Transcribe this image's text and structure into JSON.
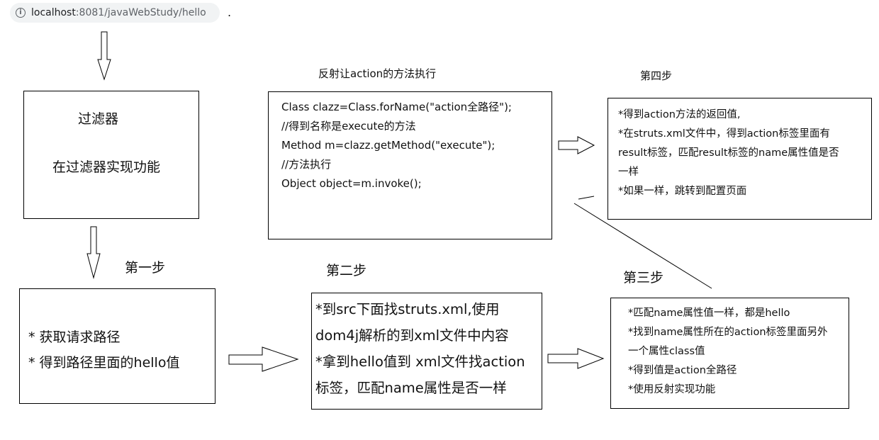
{
  "browser": {
    "url_host": "localhost",
    "url_path": ":8081/javaWebStudy/hello",
    "info_symbol": "i",
    "stray_dot": "."
  },
  "labels": {
    "reflect_caption": "反射让action的方法执行",
    "step4": "第四步",
    "step1": "第一步",
    "step2": "第二步",
    "step3": "第三步"
  },
  "filter_box": {
    "title": "过滤器",
    "desc": "在过滤器实现功能"
  },
  "reflect_box": {
    "lines": [
      "Class clazz=Class.forName(\"action全路径\");",
      "//得到名称是execute的方法",
      "Method m=clazz.getMethod(\"execute\");",
      "//方法执行",
      "Object object=m.invoke();"
    ]
  },
  "step4_box": {
    "lines": [
      "*得到action方法的返回值,",
      "*在struts.xml文件中，得到action标签里面有",
      "result标签，匹配result标签的name属性值是否",
      "一样",
      "*如果一样，跳转到配置页面"
    ]
  },
  "path_box": {
    "lines": [
      "* 获取请求路径",
      "* 得到路径里面的hello值"
    ]
  },
  "step2_box": {
    "lines": [
      "*到src下面找struts.xml,使用",
      "dom4j解析的到xml文件中内容",
      "*拿到hello值到 xml文件找action",
      "标签，匹配name属性是否一样"
    ]
  },
  "step3_box": {
    "lines": [
      "*匹配name属性值一样，都是hello",
      "*找到name属性所在的action标签里面另外",
      "一个属性class值",
      "*得到值是action全路径",
      "*使用反射实现功能"
    ]
  }
}
